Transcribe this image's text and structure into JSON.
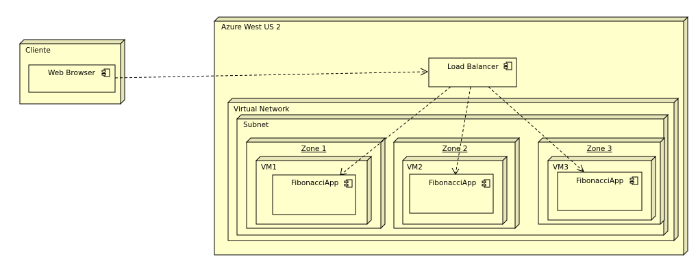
{
  "diagram": {
    "nodes": {
      "cliente": {
        "title": "Cliente"
      },
      "azure": {
        "title": "Azure West US 2"
      },
      "vnet": {
        "title": "Virtual Network"
      },
      "subnet": {
        "title": "Subnet"
      },
      "zone1": {
        "title": "Zone 1"
      },
      "zone2": {
        "title": "Zone 2"
      },
      "zone3": {
        "title": "Zone 3"
      },
      "vm1": {
        "title": "VM1"
      },
      "vm2": {
        "title": "VM2"
      },
      "vm3": {
        "title": "VM3"
      }
    },
    "components": {
      "web_browser": {
        "label": "Web Browser",
        "icon": "component-icon"
      },
      "load_balancer": {
        "label": "Load Balancer",
        "icon": "component-icon"
      },
      "fib1": {
        "label": "FibonacciApp",
        "icon": "component-icon"
      },
      "fib2": {
        "label": "FibonacciApp",
        "icon": "component-icon"
      },
      "fib3": {
        "label": "FibonacciApp",
        "icon": "component-icon"
      }
    },
    "connections": [
      {
        "from": "Web Browser",
        "to": "Load Balancer",
        "style": "dashed"
      },
      {
        "from": "Load Balancer",
        "to": "VM1 FibonacciApp",
        "style": "dashed"
      },
      {
        "from": "Load Balancer",
        "to": "VM2 FibonacciApp",
        "style": "dashed"
      },
      {
        "from": "Load Balancer",
        "to": "VM3 FibonacciApp",
        "style": "dashed"
      }
    ],
    "colors": {
      "node_fill": "#ffffcc",
      "node_side": "#e6e6b8",
      "stroke": "#000000"
    }
  }
}
